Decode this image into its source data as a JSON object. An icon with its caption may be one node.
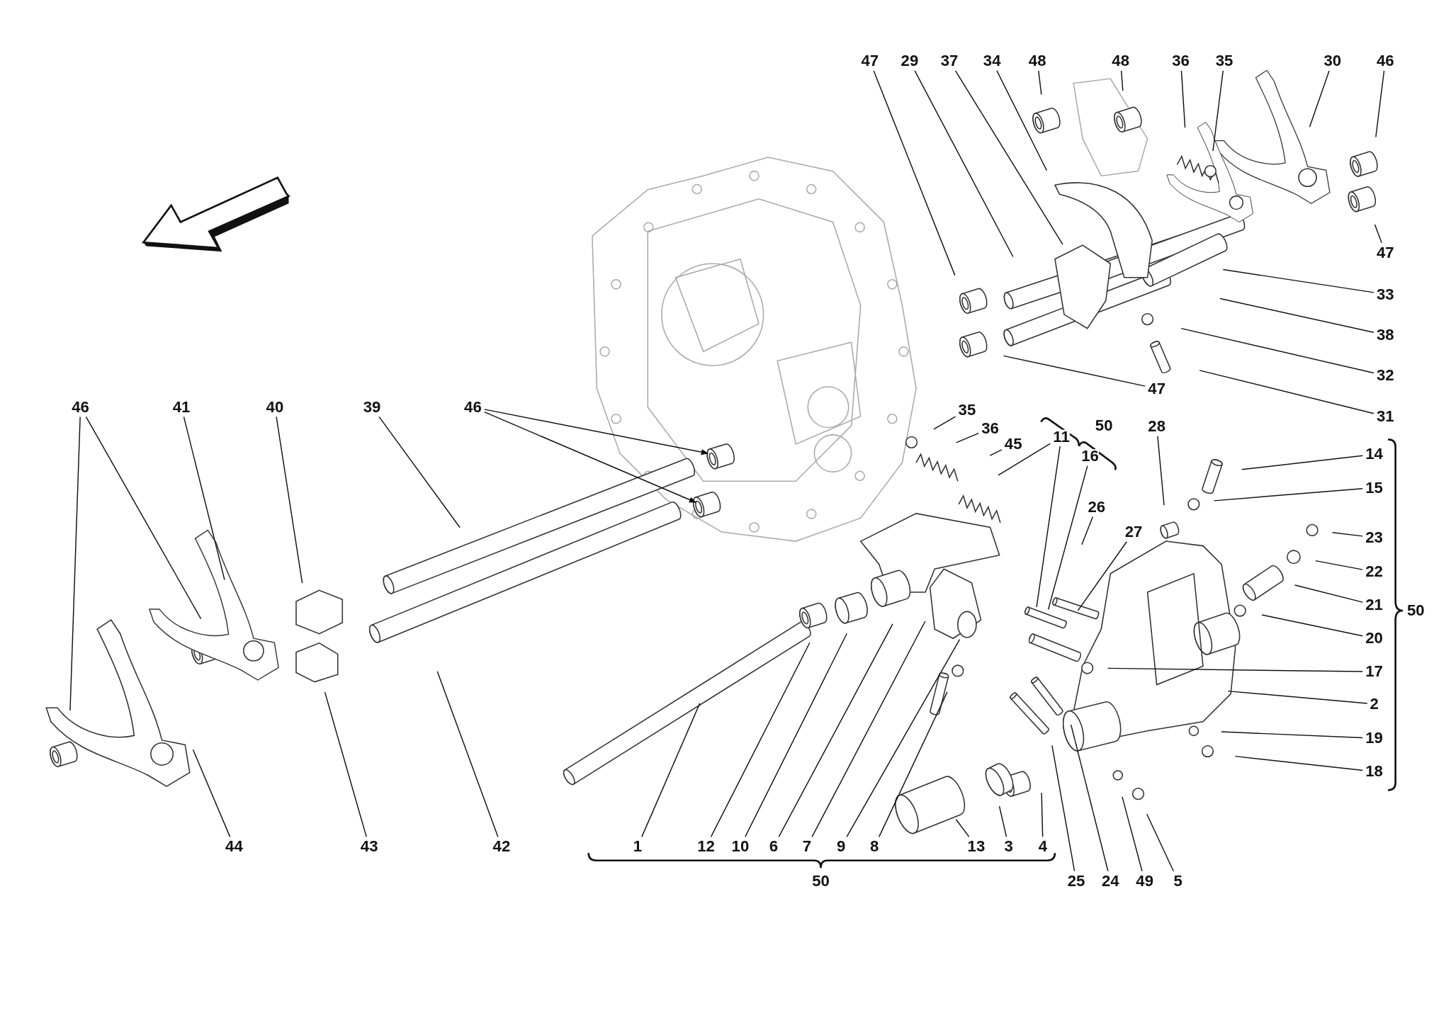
{
  "diagram": {
    "nodes": [
      {
        "text": [
          "47"
        ]
      },
      {
        "text": [
          "29"
        ]
      },
      {
        "text": [
          "37"
        ]
      },
      {
        "text": [
          "34"
        ]
      },
      {
        "text": [
          "48"
        ]
      },
      {
        "text": [
          "48"
        ]
      },
      {
        "text": [
          "36"
        ]
      },
      {
        "text": [
          "35"
        ]
      },
      {
        "text": [
          "30"
        ]
      },
      {
        "text": [
          "46"
        ]
      },
      {
        "text": [
          "47"
        ]
      },
      {
        "text": [
          "33"
        ]
      },
      {
        "text": [
          "38"
        ]
      },
      {
        "text": [
          "32"
        ]
      },
      {
        "text": [
          "31"
        ]
      },
      {
        "text": [
          "47"
        ]
      },
      {
        "text": [
          "46"
        ]
      },
      {
        "text": [
          "41"
        ]
      },
      {
        "text": [
          "40"
        ]
      },
      {
        "text": [
          "39"
        ]
      },
      {
        "text": [
          "46"
        ]
      },
      {
        "text": [
          "35"
        ]
      },
      {
        "text": [
          "11"
        ]
      },
      {
        "text": [
          "36"
        ]
      },
      {
        "text": [
          "16"
        ]
      },
      {
        "text": [
          "45"
        ]
      },
      {
        "text": [
          "28"
        ]
      },
      {
        "text": [
          "14"
        ]
      },
      {
        "text": [
          "15"
        ]
      },
      {
        "text": [
          "26"
        ]
      },
      {
        "text": [
          "27"
        ]
      },
      {
        "text": [
          "23"
        ]
      },
      {
        "text": [
          "22"
        ]
      },
      {
        "text": [
          "21"
        ]
      },
      {
        "text": [
          "20"
        ]
      },
      {
        "text": [
          "17"
        ]
      },
      {
        "text": [
          "2"
        ]
      },
      {
        "text": [
          "19"
        ]
      },
      {
        "text": [
          "18"
        ]
      },
      {
        "text": [
          "44"
        ]
      },
      {
        "text": [
          "43"
        ]
      },
      {
        "text": [
          "42"
        ]
      },
      {
        "text": [
          "1"
        ]
      },
      {
        "text": [
          "12"
        ]
      },
      {
        "text": [
          "10"
        ]
      },
      {
        "text": [
          "6"
        ]
      },
      {
        "text": [
          "7"
        ]
      },
      {
        "text": [
          "9"
        ]
      },
      {
        "text": [
          "8"
        ]
      },
      {
        "text": [
          "13"
        ]
      },
      {
        "text": [
          "3"
        ]
      },
      {
        "text": [
          "4"
        ]
      },
      {
        "text": [
          "25"
        ]
      },
      {
        "text": [
          "24"
        ]
      },
      {
        "text": [
          "49"
        ]
      },
      {
        "text": [
          "5"
        ]
      },
      {
        "text": [
          "50"
        ]
      },
      {
        "text": [
          "50"
        ]
      },
      {
        "text": [
          "50"
        ]
      }
    ],
    "edges": [
      {
        "from": 0,
        "to": null,
        "arrow": "none"
      },
      {
        "from": 1,
        "to": null,
        "arrow": "none"
      },
      {
        "from": 2,
        "to": null,
        "arrow": "none"
      },
      {
        "from": 3,
        "to": null,
        "arrow": "none"
      },
      {
        "from": 4,
        "to": null,
        "arrow": "none"
      },
      {
        "from": 5,
        "to": null,
        "arrow": "none"
      },
      {
        "from": 6,
        "to": null,
        "arrow": "none"
      },
      {
        "from": 7,
        "to": null,
        "arrow": "none"
      },
      {
        "from": 8,
        "to": null,
        "arrow": "none"
      },
      {
        "from": 9,
        "to": null,
        "arrow": "none"
      },
      {
        "from": 10,
        "to": null,
        "arrow": "none"
      },
      {
        "from": 11,
        "to": null,
        "arrow": "none"
      },
      {
        "from": 12,
        "to": null,
        "arrow": "none"
      },
      {
        "from": 13,
        "to": null,
        "arrow": "none"
      },
      {
        "from": 14,
        "to": null,
        "arrow": "none"
      },
      {
        "from": 15,
        "to": null,
        "arrow": "none"
      },
      {
        "from": 16,
        "to": null,
        "arrow": "none"
      },
      {
        "from": 16,
        "to": null,
        "arrow": "none"
      },
      {
        "from": 17,
        "to": null,
        "arrow": "none"
      },
      {
        "from": 18,
        "to": null,
        "arrow": "none"
      },
      {
        "from": 19,
        "to": null,
        "arrow": "none"
      },
      {
        "from": 20,
        "to": null,
        "arrow": "to"
      },
      {
        "from": 20,
        "to": null,
        "arrow": "to"
      },
      {
        "from": 21,
        "to": null,
        "arrow": "none"
      },
      {
        "from": 22,
        "to": null,
        "arrow": "none"
      },
      {
        "from": 22,
        "to": null,
        "arrow": "none"
      },
      {
        "from": 23,
        "to": null,
        "arrow": "none"
      },
      {
        "from": 24,
        "to": null,
        "arrow": "none"
      },
      {
        "from": 25,
        "to": null,
        "arrow": "none"
      },
      {
        "from": 26,
        "to": null,
        "arrow": "none"
      },
      {
        "from": 27,
        "to": null,
        "arrow": "none"
      },
      {
        "from": 28,
        "to": null,
        "arrow": "none"
      },
      {
        "from": 29,
        "to": null,
        "arrow": "none"
      },
      {
        "from": 30,
        "to": null,
        "arrow": "none"
      },
      {
        "from": 31,
        "to": null,
        "arrow": "none"
      },
      {
        "from": 32,
        "to": null,
        "arrow": "none"
      },
      {
        "from": 33,
        "to": null,
        "arrow": "none"
      },
      {
        "from": 34,
        "to": null,
        "arrow": "none"
      },
      {
        "from": 35,
        "to": null,
        "arrow": "none"
      },
      {
        "from": 36,
        "to": null,
        "arrow": "none"
      },
      {
        "from": 37,
        "to": null,
        "arrow": "none"
      },
      {
        "from": 38,
        "to": null,
        "arrow": "none"
      },
      {
        "from": 39,
        "to": null,
        "arrow": "none"
      },
      {
        "from": 40,
        "to": null,
        "arrow": "none"
      },
      {
        "from": 41,
        "to": null,
        "arrow": "none"
      },
      {
        "from": 42,
        "to": null,
        "arrow": "none"
      },
      {
        "from": 43,
        "to": null,
        "arrow": "none"
      },
      {
        "from": 44,
        "to": null,
        "arrow": "none"
      },
      {
        "from": 45,
        "to": null,
        "arrow": "none"
      },
      {
        "from": 46,
        "to": null,
        "arrow": "none"
      },
      {
        "from": 47,
        "to": null,
        "arrow": "none"
      },
      {
        "from": 48,
        "to": null,
        "arrow": "none"
      },
      {
        "from": 49,
        "to": null,
        "arrow": "none"
      },
      {
        "from": 50,
        "to": null,
        "arrow": "none"
      },
      {
        "from": 51,
        "to": null,
        "arrow": "none"
      },
      {
        "from": 52,
        "to": null,
        "arrow": "none"
      },
      {
        "from": 53,
        "to": null,
        "arrow": "none"
      },
      {
        "from": 54,
        "to": null,
        "arrow": "none"
      },
      {
        "from": 55,
        "to": null,
        "arrow": "none"
      }
    ]
  }
}
